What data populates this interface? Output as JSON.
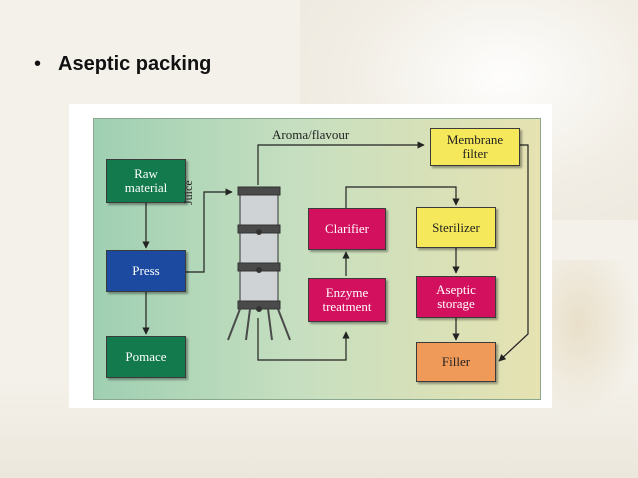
{
  "slide": {
    "bullet": "•",
    "heading": "Aseptic packing"
  },
  "diagram": {
    "nodes": {
      "raw_material": "Raw\nmaterial",
      "press": "Press",
      "pomace": "Pomace",
      "clarifier": "Clarifier",
      "enzyme_treatment": "Enzyme\ntreatment",
      "membrane_filter": "Membrane\nfilter",
      "sterilizer": "Sterilizer",
      "aseptic_storage": "Aseptic\nstorage",
      "filler": "Filler"
    },
    "edge_labels": {
      "aroma_flavour": "Aroma/flavour",
      "juice": "Juice"
    },
    "colors": {
      "green": "#127a4c",
      "blue": "#1b4aa0",
      "magenta": "#d3105e",
      "yellow": "#f5e85a",
      "orange": "#f09a5a"
    }
  }
}
